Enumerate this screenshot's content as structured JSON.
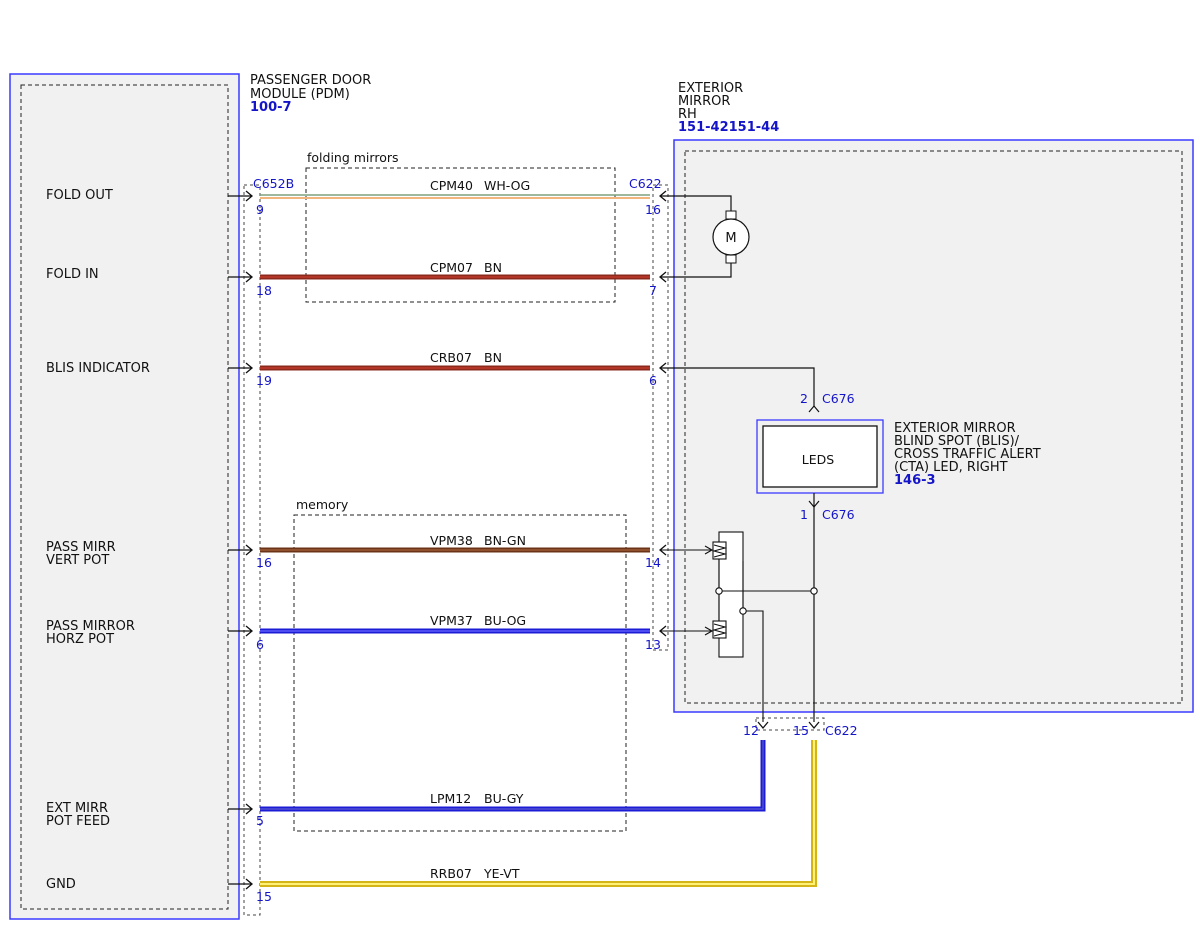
{
  "pdm": {
    "title_line1": "PASSENGER DOOR",
    "title_line2": "MODULE (PDM)",
    "code": "100-7",
    "connector": "C652B",
    "inputs": {
      "fold_out": "FOLD OUT",
      "fold_in": "FOLD IN",
      "blis": "BLIS INDICATOR",
      "vert_pot_1": "PASS MIRR",
      "vert_pot_2": "VERT POT",
      "horz_pot_1": "PASS MIRROR",
      "horz_pot_2": "HORZ POT",
      "feed_1": "EXT MIRR",
      "feed_2": "POT FEED",
      "gnd": "GND"
    }
  },
  "mirror": {
    "title_line1": "EXTERIOR",
    "title_line2": "MIRROR",
    "title_line3": "RH",
    "code": "151-42151-44",
    "connector": "C622",
    "motor_symbol": "M"
  },
  "led": {
    "label": "LEDS",
    "title_line1": "EXTERIOR MIRROR",
    "title_line2": "BLIND SPOT (BLIS)/",
    "title_line3": "CROSS TRAFFIC ALERT",
    "title_line4": "(CTA) LED, RIGHT",
    "code": "146-3",
    "connector": "C676",
    "pin_top": "2",
    "pin_bottom": "1"
  },
  "groups": {
    "folding": "folding mirrors",
    "memory": "memory"
  },
  "wires": {
    "fold_out": {
      "circuit": "CPM40",
      "color": "WH-OG",
      "pdm_pin": "9",
      "mirror_pin": "16"
    },
    "fold_in": {
      "circuit": "CPM07",
      "color": "BN",
      "pdm_pin": "18",
      "mirror_pin": "7"
    },
    "blis": {
      "circuit": "CRB07",
      "color": "BN",
      "pdm_pin": "19",
      "mirror_pin": "6"
    },
    "vert": {
      "circuit": "VPM38",
      "color": "BN-GN",
      "pdm_pin": "16",
      "mirror_pin": "14"
    },
    "horz": {
      "circuit": "VPM37",
      "color": "BU-OG",
      "pdm_pin": "6",
      "mirror_pin": "13"
    },
    "feed": {
      "circuit": "LPM12",
      "color": "BU-GY",
      "pdm_pin": "5",
      "mirror_pin": "12"
    },
    "gnd": {
      "circuit": "RRB07",
      "color": "YE-VT",
      "pdm_pin": "15",
      "mirror_pin": "15"
    }
  },
  "colors": {
    "module_border": "#3a3aff",
    "brown": "#8b2a1c",
    "brown_green": "#7a3a1e",
    "blue": "#1c1cd6",
    "yellow": "#f1d22a",
    "white_orange_a": "#f2b57c",
    "white_orange_b": "#7fa07f",
    "label_blue": "#1414c8"
  }
}
